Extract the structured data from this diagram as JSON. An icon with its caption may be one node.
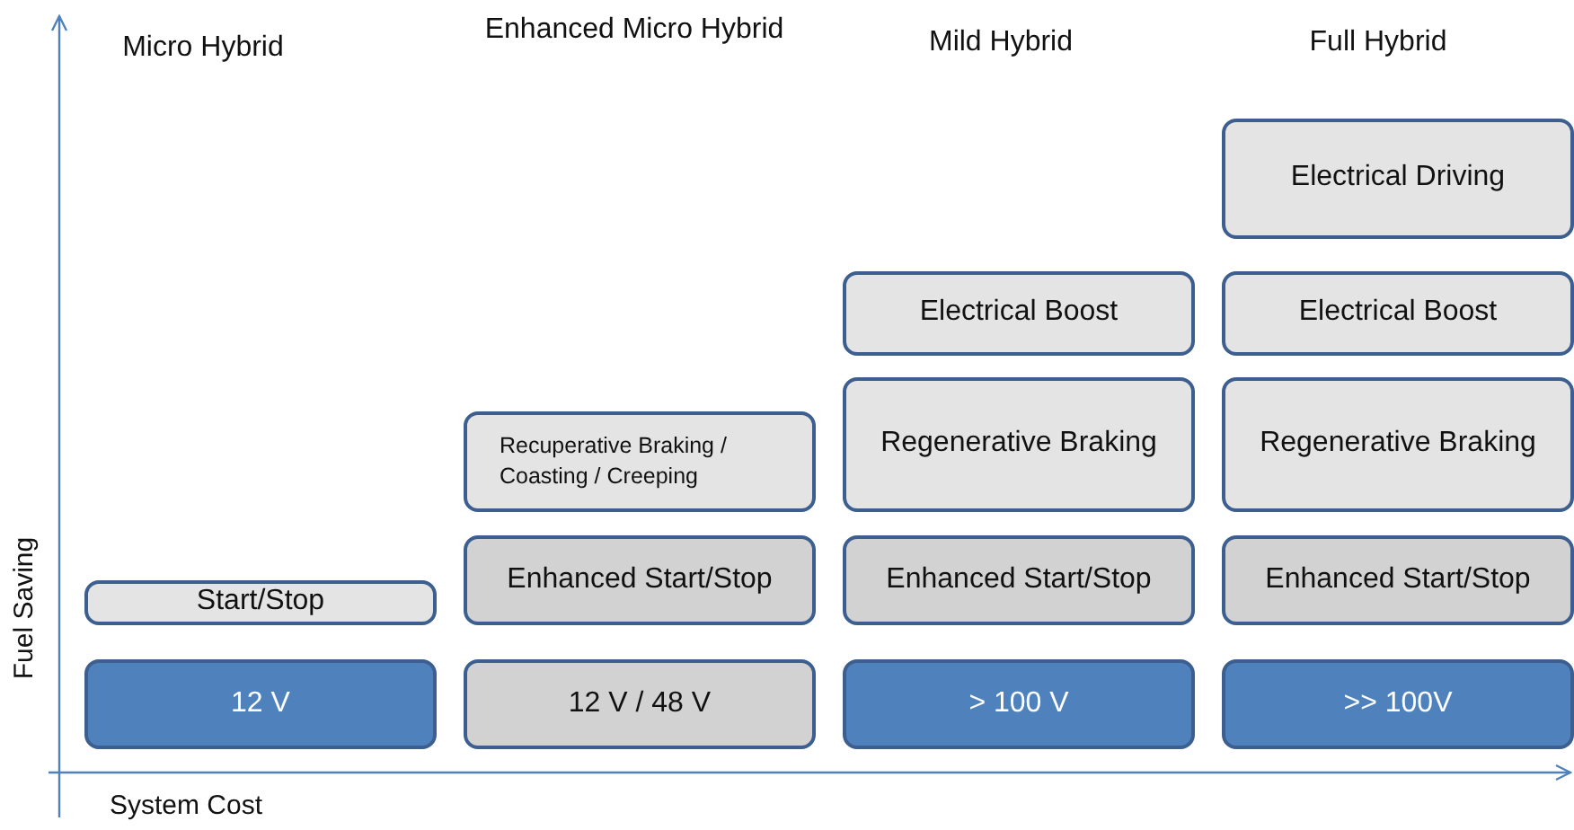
{
  "diagram": {
    "nodes": [
      {
        "text": [
          "Start/Stop"
        ]
      },
      {
        "text": [
          "12 V"
        ]
      },
      {
        "text": [
          "Recuperative Braking / Coasting / Creeping"
        ]
      },
      {
        "text": [
          "Enhanced Start/Stop"
        ]
      },
      {
        "text": [
          "12 V / 48 V"
        ]
      },
      {
        "text": [
          "Electrical Boost"
        ]
      },
      {
        "text": [
          "Regenerative Braking"
        ]
      },
      {
        "text": [
          "Enhanced Start/Stop"
        ]
      },
      {
        "text": [
          "> 100 V"
        ]
      },
      {
        "text": [
          "Electrical Driving"
        ]
      },
      {
        "text": [
          "Electrical Boost"
        ]
      },
      {
        "text": [
          "Regenerative Braking"
        ]
      },
      {
        "text": [
          "Enhanced Start/Stop"
        ]
      },
      {
        "text": [
          ">> 100V"
        ]
      }
    ],
    "labels": [
      "Micro Hybrid",
      "Enhanced Micro Hybrid",
      "Mild Hybrid",
      "Full Hybrid",
      "Fuel Saving",
      "System Cost"
    ]
  }
}
